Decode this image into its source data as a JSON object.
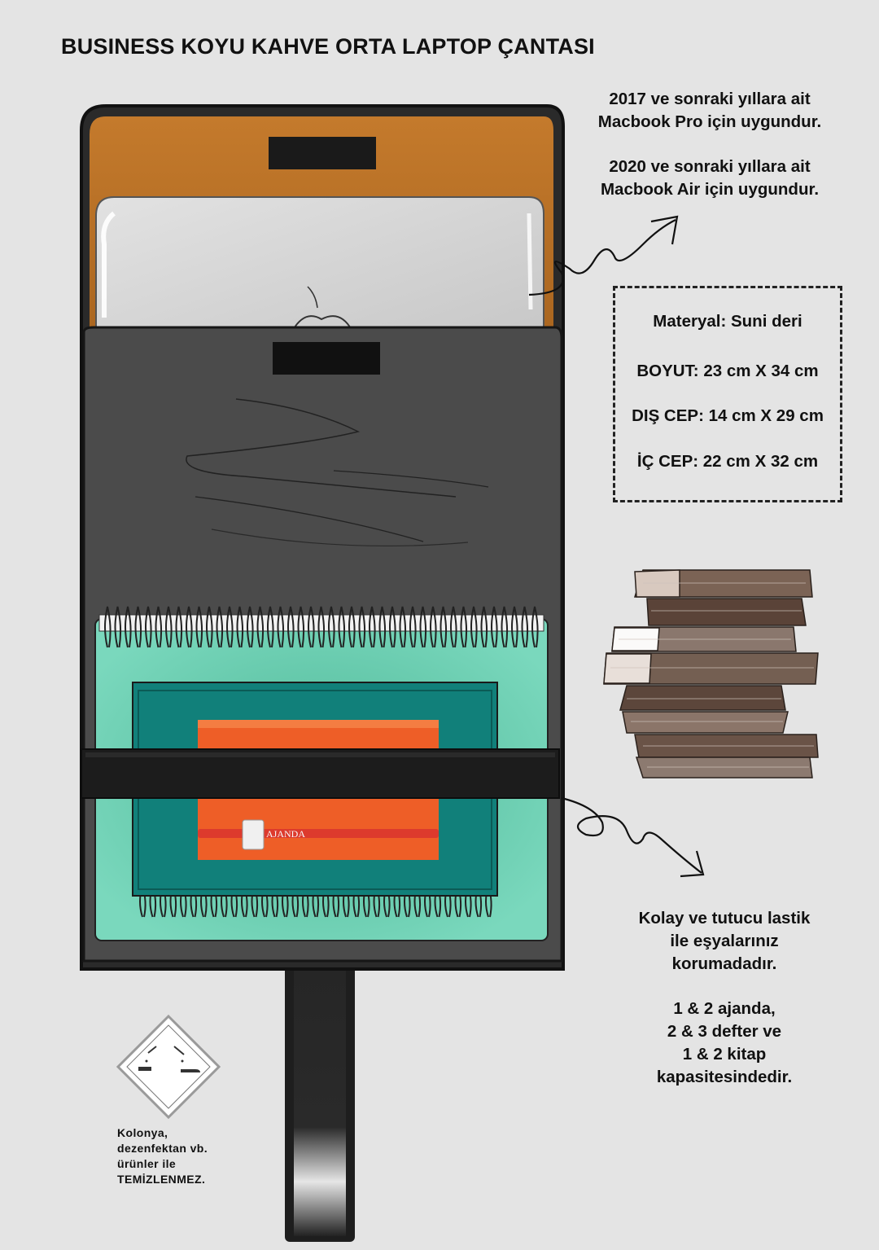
{
  "title": "BUSINESS KOYU KAHVE ORTA LAPTOP ÇANTASI",
  "compatibility": {
    "pro": [
      "2017 ve sonraki yıllara ait",
      "Macbook Pro için uygundur."
    ],
    "air": [
      "2020 ve sonraki yıllara ait",
      "Macbook Air için uygundur."
    ]
  },
  "specs": {
    "material": "Materyal: Suni deri",
    "size": "BOYUT: 23 cm X 34 cm",
    "outer_pocket": "DIŞ CEP: 14 cm X 29 cm",
    "inner_pocket": "İÇ CEP: 22 cm X 32 cm"
  },
  "elastic_note": [
    "Kolay ve tutucu lastik",
    "ile eşyalarınız",
    "korumadadır."
  ],
  "capacity_note": [
    "1 & 2 ajanda,",
    "2 & 3 defter ve",
    "1 & 2 kitap",
    "kapasitesindedir."
  ],
  "agenda_label": "AJANDA",
  "warning": [
    "Kolonya,",
    "dezenfektan vb.",
    "ürünler ile",
    "TEMİZLENMEZ."
  ],
  "colors": {
    "background": "#e4e4e4",
    "bag_lining": "#b46c26",
    "bag_body": "#4c4c4c",
    "bag_outline": "#1e1e1e",
    "notebook_mint": "#6ecfb2",
    "notebook_teal": "#11807a",
    "agenda_orange": "#ee5e27",
    "agenda_band": "#dd3a2d",
    "elastic_strap": "#1c1c1c"
  },
  "icons": {
    "bag": "laptop-bag-illustration",
    "laptop": "laptop-illustration",
    "books": "book-stack-illustration",
    "arrows": "curly-arrow-icon",
    "hazard": "corrosive-hazard-icon"
  }
}
